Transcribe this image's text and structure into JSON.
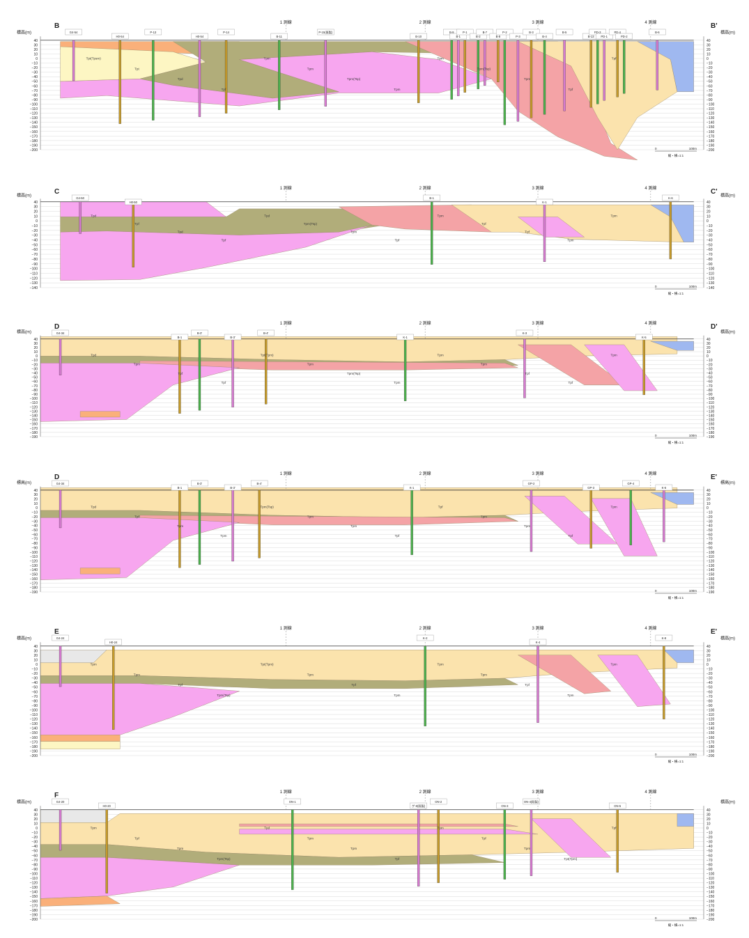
{
  "elev_label": "標高(m)",
  "colors": {
    "Tpm": "#fbe3ad",
    "Tps": "#f4a3a6",
    "Tpf": "#f7a6ef",
    "Tpd": "#b1ad7a",
    "Tpt_tsm": "#fab07a",
    "Tpt_pale": "#fdf6c3",
    "Alluvium": "#9fb8f0",
    "fill_grey": "#e8e8e8",
    "drill_green": "#4cb04c",
    "drill_brown": "#c59a2a",
    "drill_pink": "#d77bd0",
    "drill_dark": "#3a2a1c"
  },
  "icons": [
    "borehole-marker-icon"
  ],
  "sections": [
    {
      "start": "B",
      "end": "B'",
      "ticks": [
        "40",
        "30",
        "20",
        "10",
        "0",
        "−10",
        "−20",
        "−30",
        "−40",
        "−50",
        "−60",
        "−70",
        "−80",
        "−90",
        "−100",
        "−110",
        "−120",
        "−130",
        "−140",
        "−150",
        "−160",
        "−170",
        "−180",
        "−190",
        "−200"
      ],
      "survey_lines": [
        "1 測線",
        "2 測線",
        "3 測線",
        "4 測線"
      ],
      "boreholes": [
        "G4-54",
        "H0-54",
        "P-13",
        "H0-54",
        "P-14",
        "B-11",
        "P-15(既製)",
        "B-10",
        "B-9",
        "B-1",
        "P-1",
        "B-2",
        "B-7",
        "B-8",
        "P-2",
        "P-3",
        "B-3",
        "B-4",
        "B-5",
        "B-13",
        "PD-3",
        "PD-1",
        "PD-4",
        "PD-2",
        "B-6"
      ],
      "unit_labels": [
        "Tpt(Tpsm)",
        "Tpt",
        "Tpd",
        "Tpf",
        "Tpm",
        "Tpm",
        "Tpm(Tsp)",
        "Tpm",
        "Tpm",
        "Tpm(Tsp)",
        "Tpm",
        "Tpf",
        "Tpf"
      ],
      "scale_label": "縮・横=1:1",
      "scale_end": "100m"
    },
    {
      "start": "C",
      "end": "C'",
      "ticks": [
        "40",
        "30",
        "20",
        "10",
        "0",
        "−10",
        "−20",
        "−30",
        "−40",
        "−50",
        "−60",
        "−70",
        "−80",
        "−90",
        "−100",
        "−110",
        "−120",
        "−130",
        "−140"
      ],
      "survey_lines": [
        "1 測線",
        "2 測線",
        "3 測線",
        "4 測線"
      ],
      "boreholes": [
        "G4-50",
        "H0-50",
        "B-1",
        "K-1",
        "K-6"
      ],
      "unit_labels": [
        "Tpd",
        "Tpf",
        "Tpd",
        "Tpf",
        "Tpd",
        "Tpm(Tsp)",
        "Tpm",
        "Tpf",
        "Tpm",
        "Tpf",
        "Tpf",
        "Tpm",
        "Tpm"
      ],
      "scale_label": "縮・横=1:1",
      "scale_end": "100m"
    },
    {
      "start": "D",
      "end": "D'",
      "ticks": [
        "40",
        "30",
        "20",
        "10",
        "0",
        "−10",
        "−20",
        "−30",
        "−40",
        "−50",
        "−60",
        "−70",
        "−80",
        "−90",
        "−100",
        "−110",
        "−120",
        "−130",
        "−140",
        "−150",
        "−160",
        "−170",
        "−180",
        "−190"
      ],
      "survey_lines": [
        "1 測線",
        "2 測線",
        "3 測線",
        "4 測線"
      ],
      "boreholes": [
        "G4-34",
        "B-1",
        "B-3'",
        "B-3'",
        "B-4'",
        "K-1",
        "K-3",
        "K-5"
      ],
      "unit_labels": [
        "Tpd",
        "Tpm",
        "Tpf",
        "Tpf",
        "Tpt(Tpm)",
        "Tpm",
        "Tpm(Tsp)",
        "Tpm",
        "Tpm",
        "Tpm",
        "Tpf",
        "Tpf",
        "Tpm"
      ],
      "scale_label": "縮・横=1:1",
      "scale_end": "100m"
    },
    {
      "start": "D",
      "end": "E'",
      "ticks": [
        "40",
        "30",
        "20",
        "10",
        "0",
        "−10",
        "−20",
        "−30",
        "−40",
        "−50",
        "−60",
        "−70",
        "−80",
        "−90",
        "−100",
        "−110",
        "−120",
        "−130",
        "−140",
        "−150",
        "−160",
        "−170",
        "−180",
        "−190"
      ],
      "survey_lines": [
        "1 測線",
        "2 測線",
        "3 測線",
        "4 測線"
      ],
      "boreholes": [
        "G4-34",
        "B-1",
        "B-3'",
        "B-3'",
        "B-4'",
        "K-1",
        "GP-2",
        "GP-3",
        "GP-4",
        "K-6"
      ],
      "unit_labels": [
        "Tpd",
        "Tpf",
        "Tpm",
        "Tpm",
        "Tpm(Tsp)",
        "Tpm",
        "Tpm",
        "Tpf",
        "Tpf",
        "Tpm",
        "Tpm",
        "Tpf",
        "Tpm"
      ],
      "scale_label": "縮・横=1:1",
      "scale_end": "100m"
    },
    {
      "start": "E",
      "end": "E'",
      "ticks": [
        "40",
        "30",
        "20",
        "10",
        "0",
        "−10",
        "−20",
        "−30",
        "−40",
        "−50",
        "−60",
        "−70",
        "−80",
        "−90",
        "−100",
        "−110",
        "−120",
        "−130",
        "−140",
        "−150",
        "−160",
        "−170",
        "−180",
        "−190",
        "−200"
      ],
      "survey_lines": [
        "1 測線",
        "2 測線",
        "3 測線",
        "4 測線"
      ],
      "boreholes": [
        "G4-24",
        "H0-24",
        "K-2",
        "K-4",
        "K-8"
      ],
      "unit_labels": [
        "Tpm",
        "Tpm",
        "Tpf",
        "Tpm(Tsp)",
        "Tpt(Tpm)",
        "Tpm",
        "Tpf",
        "Tpm",
        "Tpm",
        "Tpm",
        "Tpf",
        "Tpm",
        "Tpm"
      ],
      "scale_label": "縮・横=1:1",
      "scale_end": "100m"
    },
    {
      "start": "F",
      "end": "",
      "ticks": [
        "40",
        "30",
        "20",
        "10",
        "0",
        "−10",
        "−20",
        "−30",
        "−40",
        "−50",
        "−60",
        "−70",
        "−80",
        "−90",
        "−100",
        "−110",
        "−120",
        "−130",
        "−140",
        "−150",
        "−160",
        "−170",
        "−180",
        "−190",
        "−200"
      ],
      "survey_lines": [
        "1 測線",
        "2 測線",
        "3 測線",
        "4 測線"
      ],
      "boreholes": [
        "G4-20",
        "H0-20",
        "ON-1",
        "ゲ-8(既製)",
        "ON-2",
        "ON-3",
        "ON-4(既製)",
        "ON-5"
      ],
      "unit_labels": [
        "Tpm",
        "Tpf",
        "Tpm",
        "Tpm(Tsp)",
        "Tpd",
        "Tpm",
        "Tpm",
        "Tpf",
        "Tpm",
        "Tpf",
        "Tpm",
        "Tpt(Tpm)",
        "Tpf"
      ],
      "scale_label": "縮・横=1:1",
      "scale_end": "100m"
    }
  ]
}
